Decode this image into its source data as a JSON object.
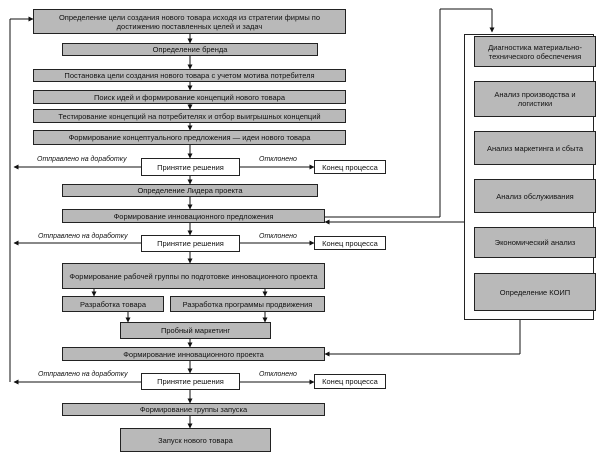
{
  "steps": {
    "s1": "Определение цели создания нового товара исходя из стратегии фирмы по достижению поставленных целей и задач",
    "s2": "Определение бренда",
    "s3": "Постановка цели создания нового товара с учетом мотива потребителя",
    "s4": "Поиск идей и формирование концепций нового товара",
    "s5": "Тестирование концепций на потребителях и отбор выигрышных концепций",
    "s6": "Формирование концептуального предложения — идеи нового товара",
    "s7": "Определение Лидера проекта",
    "s8": "Формирование инновационного предложения",
    "s9": "Формирование рабочей группы по подготовке инновационного проекта",
    "s10": "Разработка товара",
    "s11": "Разработка программы продвижения",
    "s12": "Пробный маркетинг",
    "s13": "Формирование инновационного проекта",
    "s14": "Формирование группы запуска",
    "s15": "Запуск нового товара"
  },
  "decision_label": "Принятие решения",
  "end_label": "Конец процесса",
  "returned_label": "Отправлено на доработку",
  "rejected_label": "Отклонено",
  "analysis": [
    "Диагностика материально-технического обеспечения",
    "Анализ производства и логистики",
    "Анализ маркетинга и сбыта",
    "Анализ обслуживания",
    "Экономический анализ",
    "Определение КОИП"
  ]
}
